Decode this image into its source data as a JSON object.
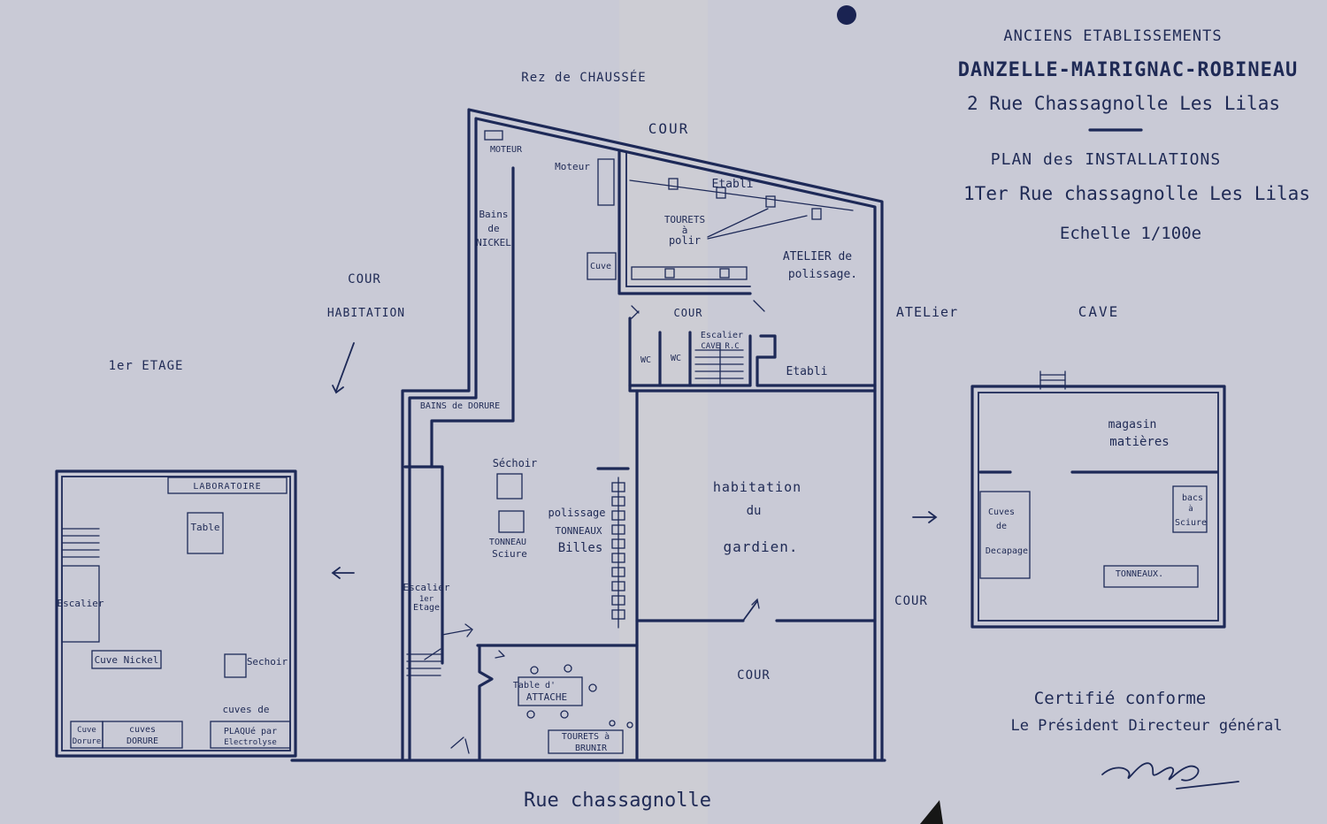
{
  "header": {
    "company_line1": "ANCIENS ETABLISSEMENTS",
    "company_line2": "DANZELLE-MAIRIGNAC-ROBINEAU",
    "company_line3": "2 Rue Chassagnolle Les Lilas",
    "plan_line1": "PLAN des INSTALLATIONS",
    "plan_line2": "1Ter Rue chassagnolle Les Lilas",
    "scale": "Echelle 1/100e"
  },
  "sections": {
    "rdc": "Rez de CHAUSSÉE",
    "first_floor": "1er ETAGE",
    "cave": "CAVE"
  },
  "outside": {
    "cour_top": "COUR",
    "cour_habitation_1": "COUR",
    "cour_habitation_2": "HABITATION",
    "atelier": "ATELier",
    "cour_right": "COUR",
    "street": "Rue chassagnolle"
  },
  "ground_floor": {
    "moteur_1": "MOTEUR",
    "moteur_2": "Moteur",
    "bains_nickel_1": "Bains",
    "bains_nickel_2": "de",
    "bains_nickel_3": "NICKEL",
    "cuve": "Cuve",
    "etabli_1": "Etabli",
    "tourets_polir_1": "TOURETS",
    "tourets_polir_2": "à",
    "tourets_polir_3": "polir",
    "atelier_polissage_1": "ATELIER de",
    "atelier_polissage_2": "polissage.",
    "cour_mid": "COUR",
    "wc_1": "WC",
    "wc_2": "WC",
    "escalier_cave_1": "Escalier",
    "escalier_cave_2": "CAVE R.C",
    "etabli_2": "Etabli",
    "bains_dorure": "BAINS de DORURE",
    "sechoir": "Séchoir",
    "tonneau_sciure_1": "TONNEAU",
    "tonneau_sciure_2": "Sciure",
    "polissage_1": "polissage",
    "polissage_2": "TONNEAUX",
    "polissage_3": "Billes",
    "escalier_etage_1": "Escalier",
    "escalier_etage_2": "1er",
    "escalier_etage_3": "Etage",
    "habitation_1": "habitation",
    "habitation_2": "du",
    "habitation_3": "gardien.",
    "cour_bottom": "COUR",
    "table_attache_1": "Table d'",
    "table_attache_2": "ATTACHE",
    "tourets_brunir_1": "TOURETS à",
    "tourets_brunir_2": "BRUNIR"
  },
  "first_floor": {
    "laboratoire": "LABORATOIRE",
    "table": "Table",
    "escalier": "Escalier",
    "cuve_nickel": "Cuve Nickel",
    "sechoir": "Sechoir",
    "cuves_de": "cuves de",
    "cuve_dorure_1": "Cuve",
    "cuve_dorure_2": "Dorure",
    "cuves_dorure_1": "cuves",
    "cuves_dorure_2": "DORURE",
    "plaque_1": "PLAQUé par",
    "plaque_2": "Electrolyse"
  },
  "cave": {
    "magasin_1": "magasin",
    "magasin_2": "matières",
    "cuves_decapage_1": "Cuves",
    "cuves_decapage_2": "de",
    "cuves_decapage_3": "Decapage",
    "bacs_sciure_1": "bacs",
    "bacs_sciure_2": "à",
    "bacs_sciure_3": "Sciure",
    "tonneaux": "TONNEAUX."
  },
  "footer": {
    "certifie": "Certifié conforme",
    "president": "Le Président Directeur général"
  },
  "colors": {
    "paper": "#c9cad6",
    "ink": "#1d2957"
  }
}
